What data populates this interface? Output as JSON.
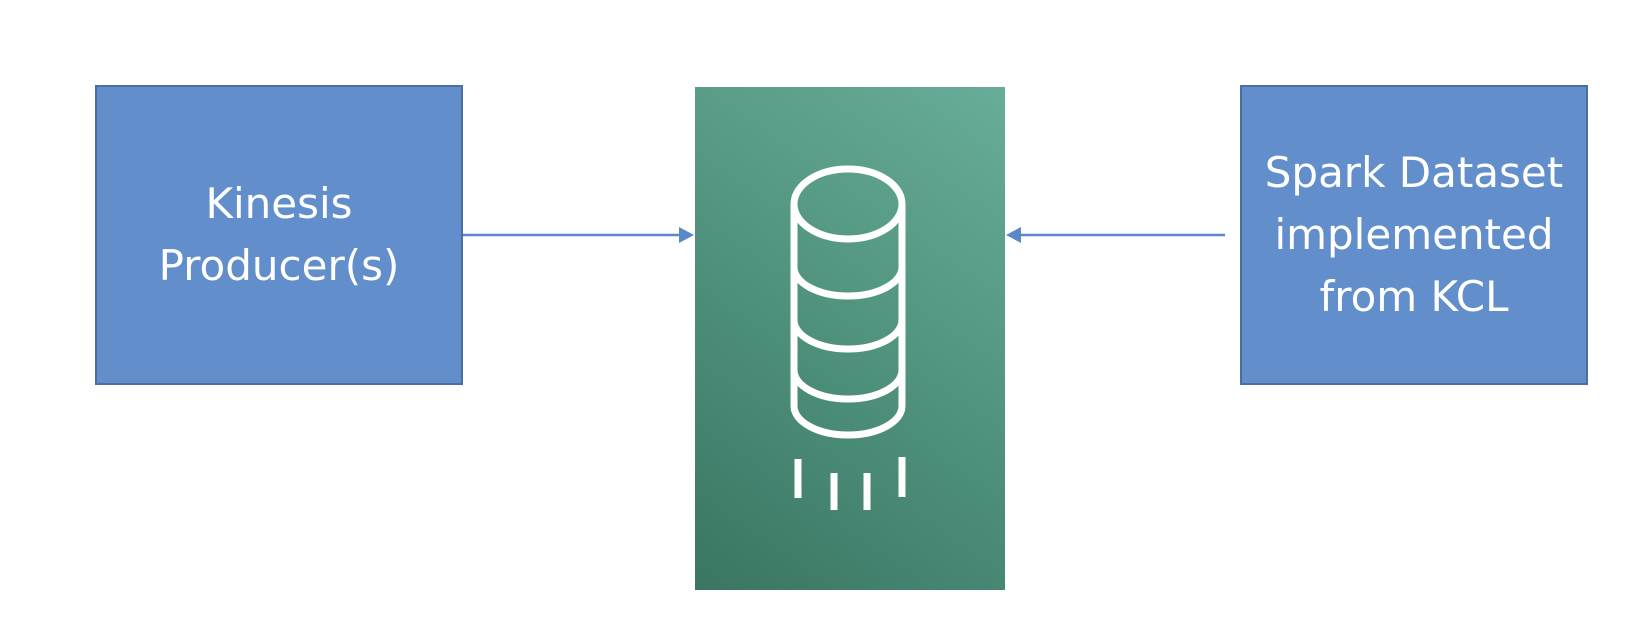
{
  "nodes": {
    "producer": {
      "label": "Kinesis\nProducer(s)"
    },
    "stream": {
      "icon": "kinesis-data-stream-icon",
      "color_from": "#3a7662",
      "color_to": "#68ad99"
    },
    "consumer": {
      "label": "Spark Dataset\nimplemented\nfrom KCL"
    }
  },
  "edges": [
    {
      "from": "producer",
      "to": "stream"
    },
    {
      "from": "consumer",
      "to": "stream"
    }
  ],
  "colors": {
    "box_fill": "#628fcb",
    "box_border": "#4a6fa3",
    "arrow": "#5b88c8",
    "text": "#ffffff"
  }
}
